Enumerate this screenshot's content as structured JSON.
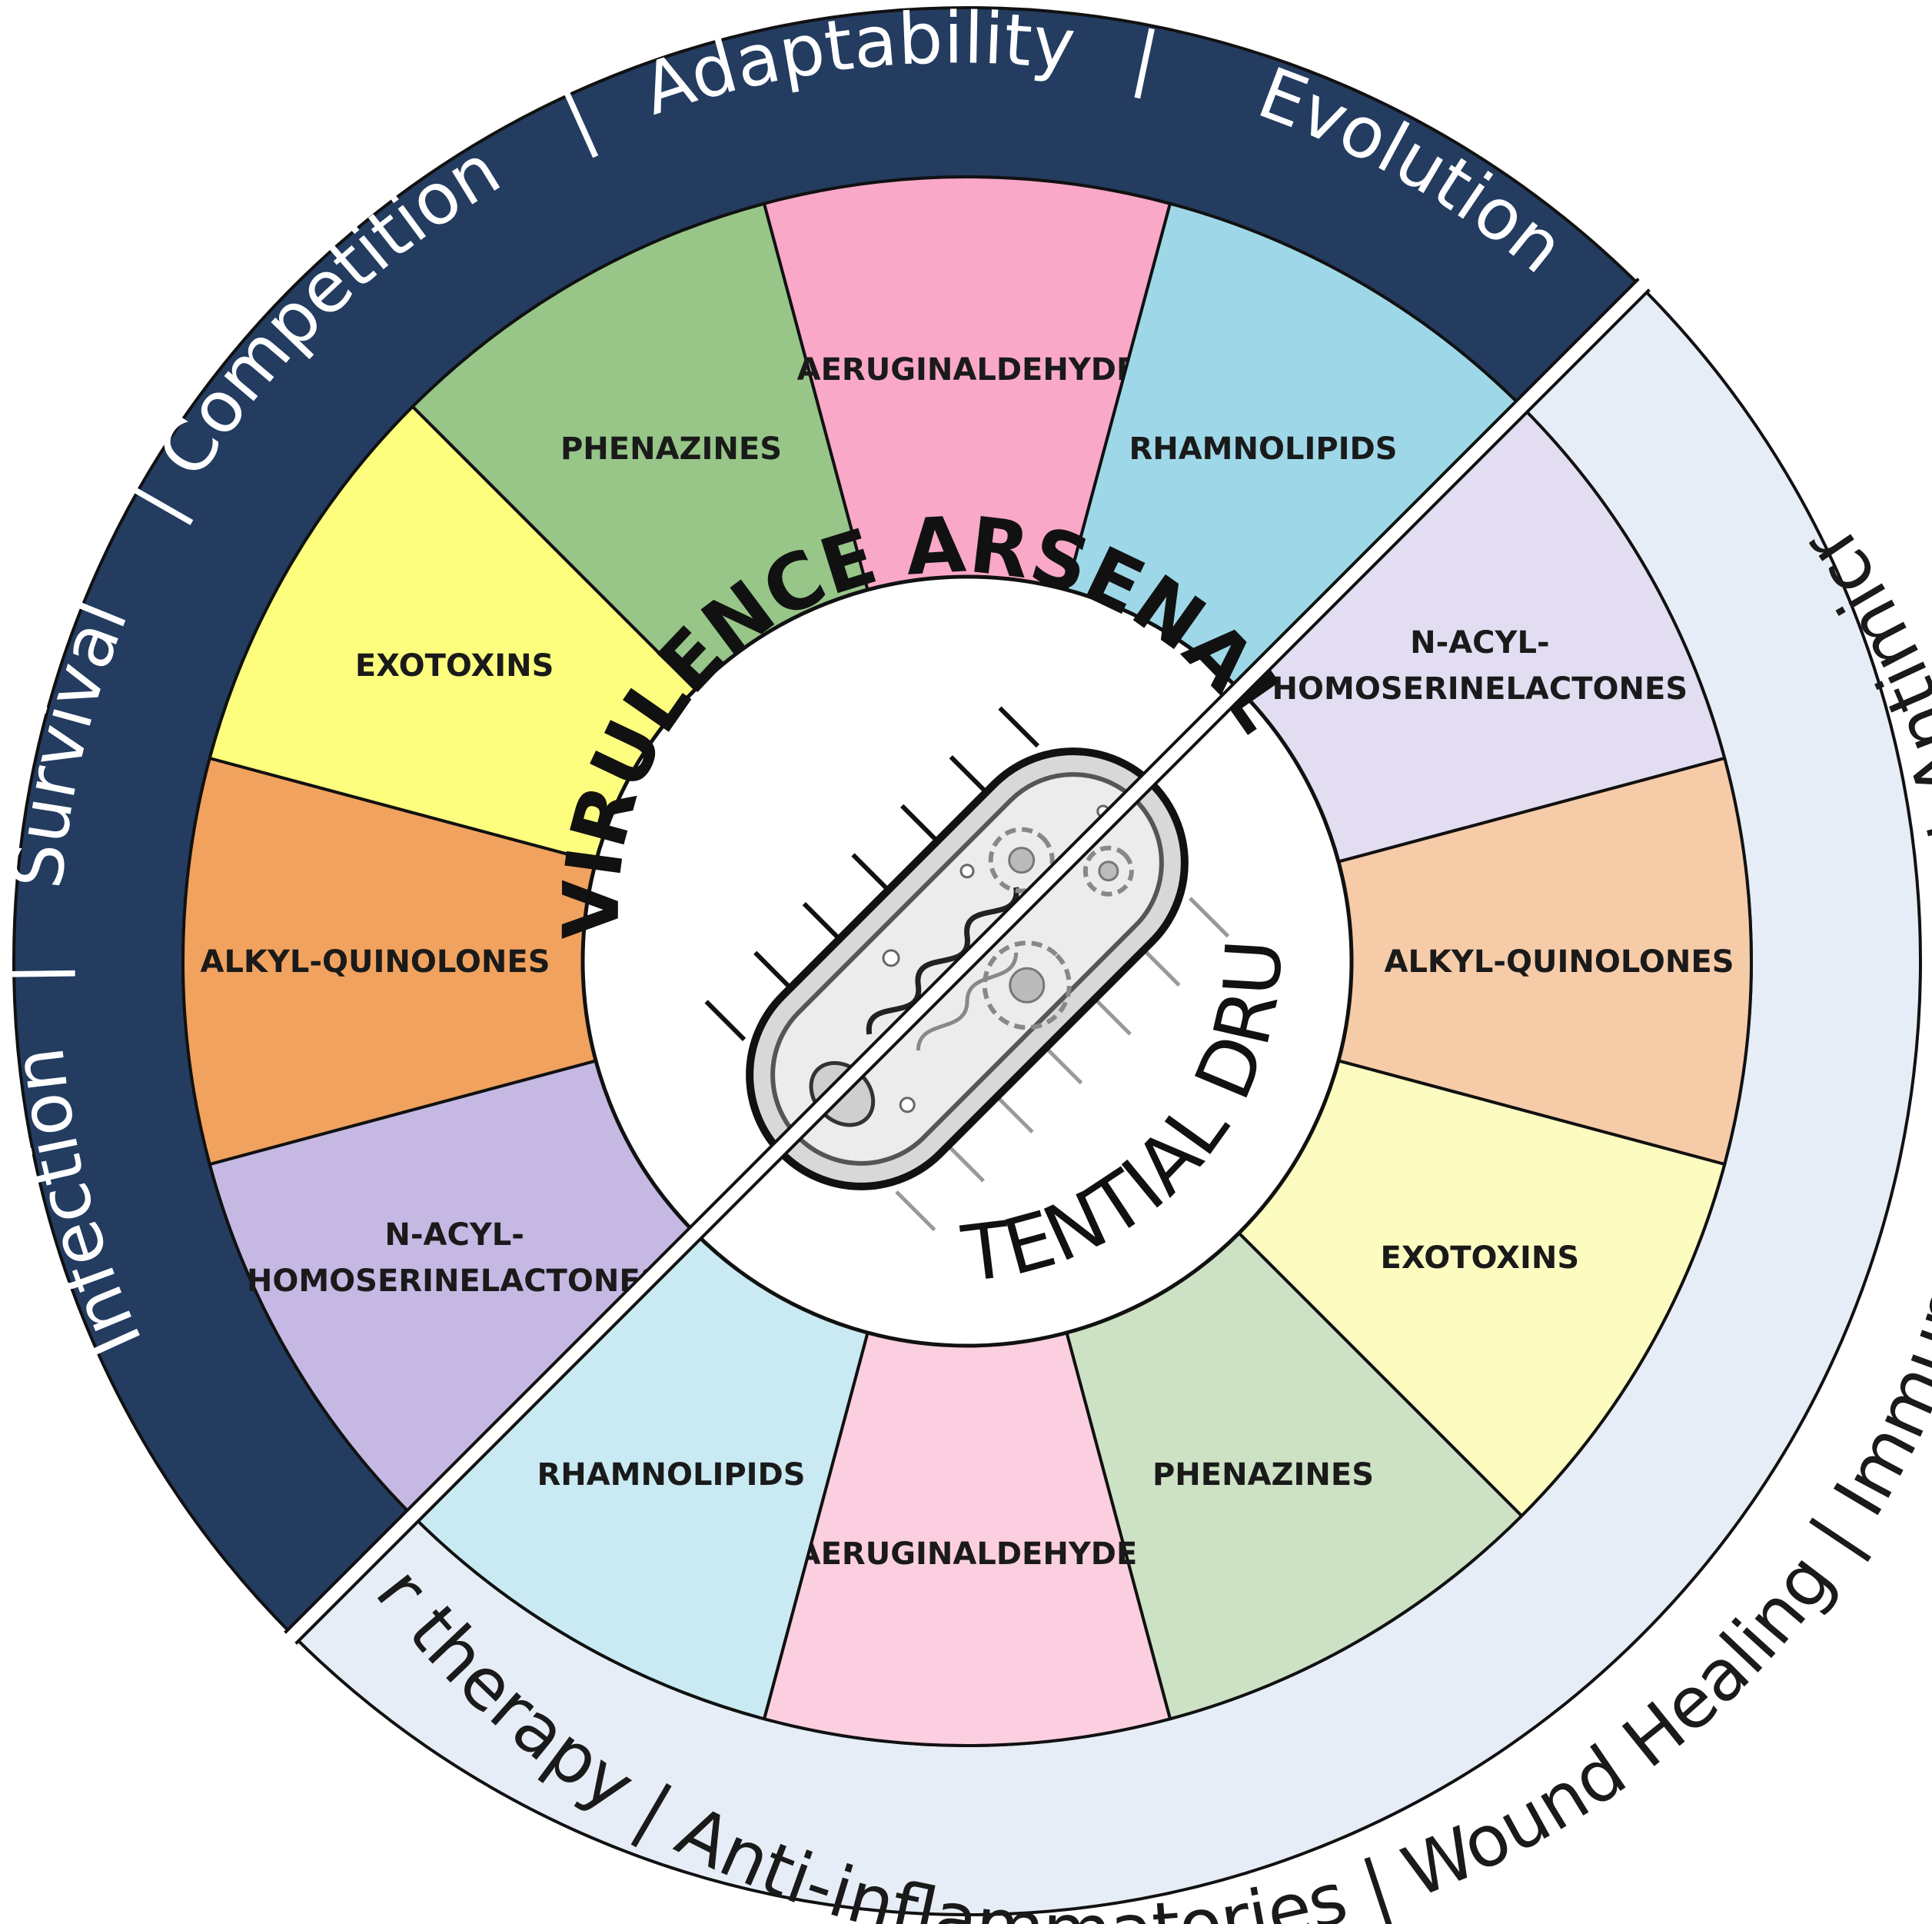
{
  "center": {
    "top_title": "VIRULENCE ARSENAL",
    "bottom_title": "POTENTIAL DRUGS"
  },
  "outer_top": {
    "words": [
      "Infection",
      "Survival",
      "Competition",
      "Adaptability",
      "Evolution"
    ],
    "separator": "|"
  },
  "outer_bottom": {
    "text": "Cancer therapy | Anti-inflammatories | Wound Healing | Immunomodulators | Antimicrobials"
  },
  "top_segments": [
    {
      "lines": [
        "N-ACYL-",
        "HOMOSERINELACTONES"
      ],
      "color": "#c5b8e3"
    },
    {
      "lines": [
        "ALKYL-QUINOLONES"
      ],
      "color": "#f0a25e"
    },
    {
      "lines": [
        "EXOTOXINS"
      ],
      "color": "#fdfd7e"
    },
    {
      "lines": [
        "PHENAZINES"
      ],
      "color": "#97c688"
    },
    {
      "lines": [
        "AERUGINALDEHYDE"
      ],
      "color": "#f9a8c7"
    },
    {
      "lines": [
        "RHAMNOLIPIDS"
      ],
      "color": "#9ed8e8"
    }
  ],
  "bottom_segments": [
    {
      "lines": [
        "N-ACYL-",
        "HOMOSERINELACTONES"
      ],
      "color": "#e3ddf2"
    },
    {
      "lines": [
        "ALKYL-QUINOLONES"
      ],
      "color": "#f6cba8"
    },
    {
      "lines": [
        "EXOTOXINS"
      ],
      "color": "#fdfcc0"
    },
    {
      "lines": [
        "PHENAZINES"
      ],
      "color": "#cde2c4"
    },
    {
      "lines": [
        "AERUGINALDEHYDE"
      ],
      "color": "#fbcfe0"
    },
    {
      "lines": [
        "RHAMNOLIPIDS"
      ],
      "color": "#c9eaf2"
    }
  ],
  "colors": {
    "outer_top_band": "#233c60",
    "outer_bottom_band": "#e6edf6",
    "divider": "#ffffff",
    "outline": "#111111"
  }
}
